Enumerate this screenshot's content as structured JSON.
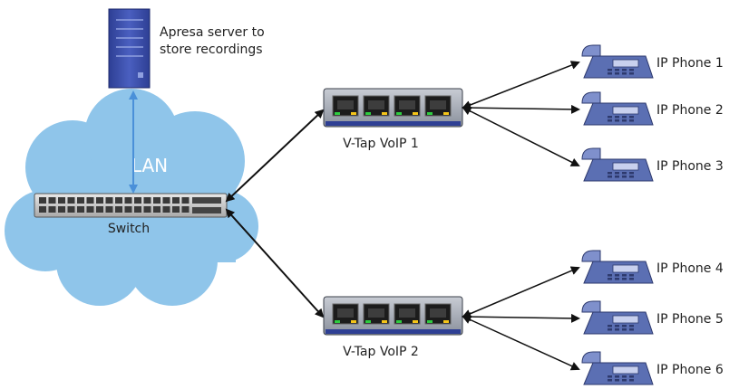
{
  "server": {
    "label_line1": "Apresa server to",
    "label_line2": "store recordings"
  },
  "network": {
    "cloud_label": "LAN",
    "switch_label": "Switch"
  },
  "taps": [
    {
      "label": "V-Tap VoIP 1"
    },
    {
      "label": "V-Tap VoIP 2"
    }
  ],
  "phones": [
    {
      "label": "IP Phone 1"
    },
    {
      "label": "IP Phone 2"
    },
    {
      "label": "IP Phone 3"
    },
    {
      "label": "IP Phone 4"
    },
    {
      "label": "IP Phone 5"
    },
    {
      "label": "IP Phone 6"
    }
  ],
  "colors": {
    "cloud": "#8fc5ea",
    "server": "#3b4fa8",
    "server_link": "#4a90d9",
    "phone": "#5b6fb3",
    "connector": "#111111"
  }
}
